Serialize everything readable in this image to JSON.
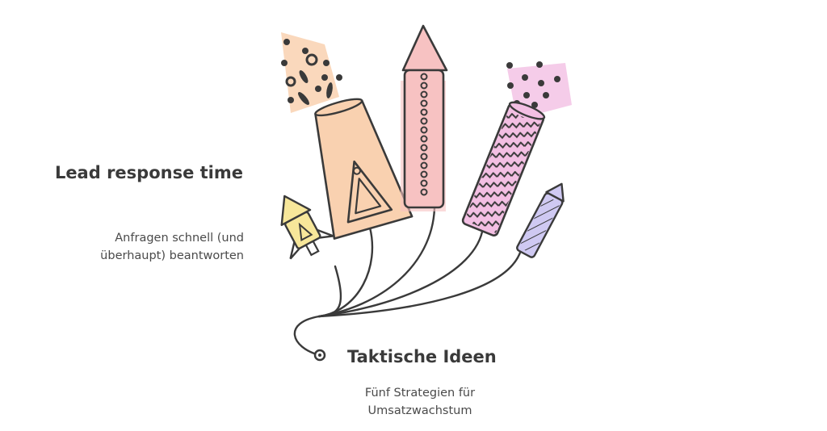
{
  "items": [
    {
      "title": "Lead response time",
      "description": "Anfragen schnell (und überhaupt) beantworten"
    }
  ],
  "center": {
    "title": "Taktische Ideen",
    "description": "Fünf Strategien für Umsatzwachstum"
  },
  "colors": {
    "ink": "#3a3a3a",
    "yellow": "#f7e79a",
    "orange": "#f9d1b0",
    "pink": "#f7c2c2",
    "magenta": "#f3bfe3",
    "lavender": "#cfc9f2"
  }
}
